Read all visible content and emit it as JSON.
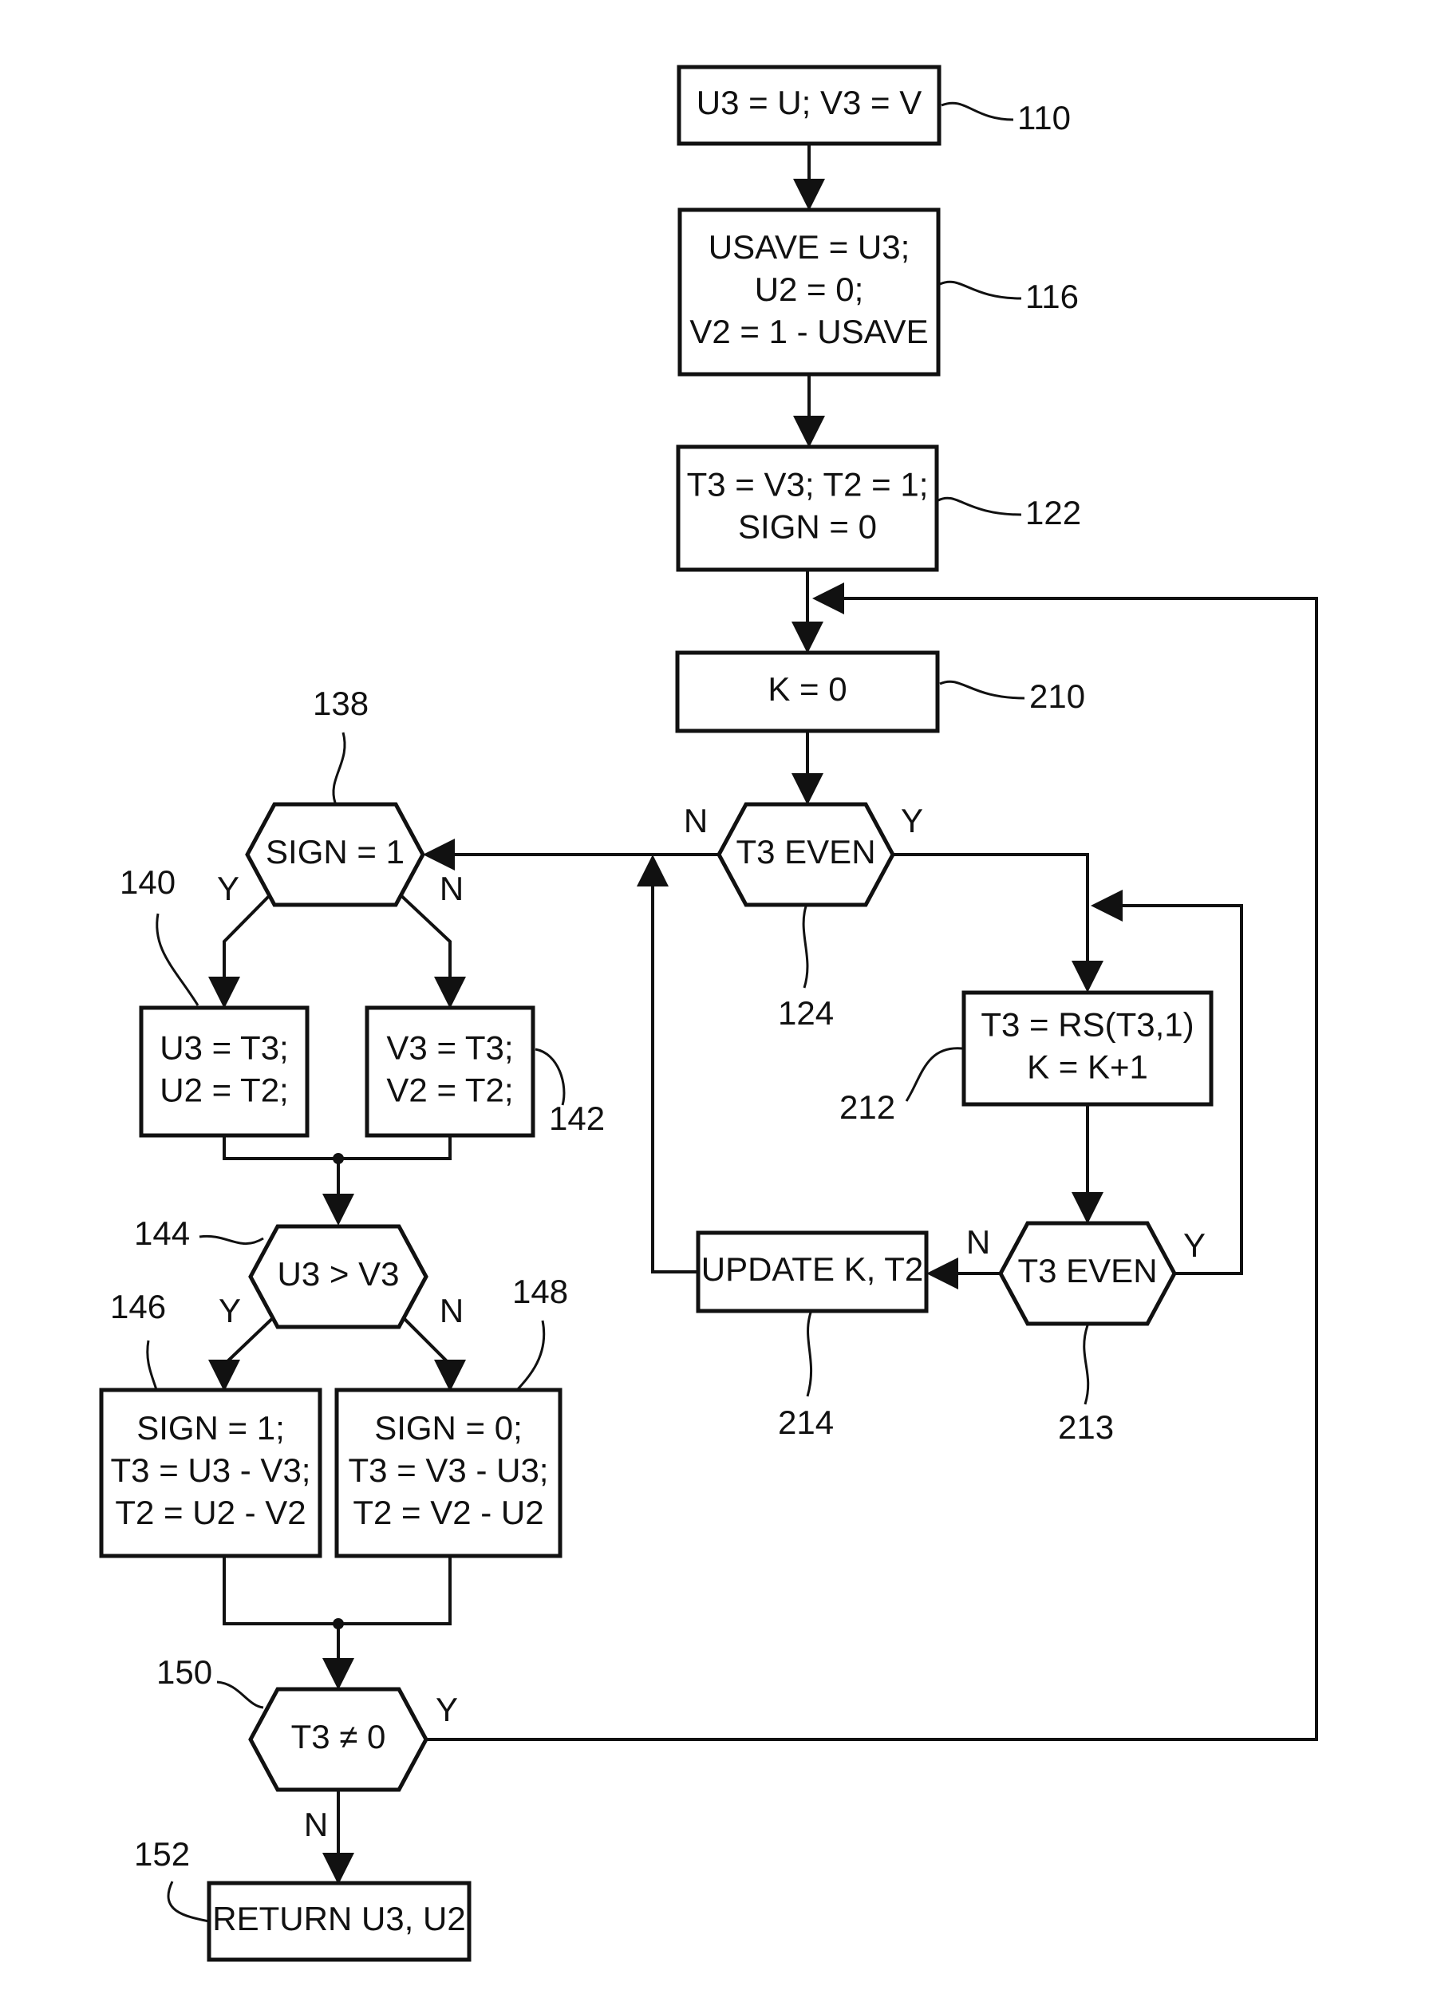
{
  "nodes": [
    {
      "id": "n110",
      "kind": "box",
      "lines": [
        "U3 = U; V3 = V"
      ]
    },
    {
      "id": "n116",
      "kind": "box",
      "lines": [
        "USAVE = U3;",
        "U2 = 0;",
        "V2 = 1 - USAVE"
      ]
    },
    {
      "id": "n122",
      "kind": "box",
      "lines": [
        "T3 = V3; T2 = 1;",
        "SIGN = 0"
      ]
    },
    {
      "id": "n210",
      "kind": "box",
      "lines": [
        "K = 0"
      ]
    },
    {
      "id": "n124",
      "kind": "decision",
      "lines": [
        "T3 EVEN"
      ]
    },
    {
      "id": "n212",
      "kind": "box",
      "lines": [
        "T3 = RS(T3,1)",
        "K = K+1"
      ]
    },
    {
      "id": "n213",
      "kind": "decision",
      "lines": [
        "T3 EVEN"
      ]
    },
    {
      "id": "n214",
      "kind": "box",
      "lines": [
        "UPDATE K, T2"
      ]
    },
    {
      "id": "n138",
      "kind": "decision",
      "lines": [
        "SIGN = 1"
      ]
    },
    {
      "id": "n140",
      "kind": "box",
      "lines": [
        "U3 = T3;",
        "U2 = T2;"
      ]
    },
    {
      "id": "n142",
      "kind": "box",
      "lines": [
        "V3 = T3;",
        "V2 = T2;"
      ]
    },
    {
      "id": "n144",
      "kind": "decision",
      "lines": [
        "U3 > V3"
      ]
    },
    {
      "id": "n146",
      "kind": "box",
      "lines": [
        "SIGN = 1;",
        "T3 = U3 - V3;",
        "T2 = U2 - V2"
      ]
    },
    {
      "id": "n148",
      "kind": "box",
      "lines": [
        "SIGN = 0;",
        "T3 = V3 - U3;",
        "T2 = V2 - U2"
      ]
    },
    {
      "id": "n150",
      "kind": "decision",
      "lines": [
        "T3 ≠ 0"
      ]
    },
    {
      "id": "n152",
      "kind": "box",
      "lines": [
        "RETURN U3, U2"
      ]
    }
  ],
  "reference_numerals": [
    {
      "id": "r110",
      "text": "110"
    },
    {
      "id": "r116",
      "text": "116"
    },
    {
      "id": "r122",
      "text": "122"
    },
    {
      "id": "r210",
      "text": "210"
    },
    {
      "id": "r124",
      "text": "124"
    },
    {
      "id": "r212",
      "text": "212"
    },
    {
      "id": "r213",
      "text": "213"
    },
    {
      "id": "r214",
      "text": "214"
    },
    {
      "id": "r138",
      "text": "138"
    },
    {
      "id": "r140",
      "text": "140"
    },
    {
      "id": "r142",
      "text": "142"
    },
    {
      "id": "r144",
      "text": "144"
    },
    {
      "id": "r146",
      "text": "146"
    },
    {
      "id": "r148",
      "text": "148"
    },
    {
      "id": "r150",
      "text": "150"
    },
    {
      "id": "r152",
      "text": "152"
    }
  ],
  "branch_labels": [
    {
      "id": "b124n",
      "text": "N"
    },
    {
      "id": "b124y",
      "text": "Y"
    },
    {
      "id": "b138y",
      "text": "Y"
    },
    {
      "id": "b138n",
      "text": "N"
    },
    {
      "id": "b213n",
      "text": "N"
    },
    {
      "id": "b213y",
      "text": "Y"
    },
    {
      "id": "b144y",
      "text": "Y"
    },
    {
      "id": "b144n",
      "text": "N"
    },
    {
      "id": "b150y",
      "text": "Y"
    },
    {
      "id": "b150n",
      "text": "N"
    }
  ],
  "edges": [
    {
      "from": "n110",
      "to": "n116"
    },
    {
      "from": "n116",
      "to": "n122"
    },
    {
      "from": "n122",
      "to": "n210"
    },
    {
      "from": "n210",
      "to": "n124"
    },
    {
      "from": "n124",
      "to": "n212",
      "label": "Y"
    },
    {
      "from": "n124",
      "to": "n138",
      "label": "N"
    },
    {
      "from": "n212",
      "to": "n213"
    },
    {
      "from": "n213",
      "to": "n212",
      "label": "Y"
    },
    {
      "from": "n213",
      "to": "n214",
      "label": "N"
    },
    {
      "from": "n214",
      "to": "n138"
    },
    {
      "from": "n138",
      "to": "n140",
      "label": "Y"
    },
    {
      "from": "n138",
      "to": "n142",
      "label": "N"
    },
    {
      "from": "n140",
      "to": "n144"
    },
    {
      "from": "n142",
      "to": "n144"
    },
    {
      "from": "n144",
      "to": "n146",
      "label": "Y"
    },
    {
      "from": "n144",
      "to": "n148",
      "label": "N"
    },
    {
      "from": "n146",
      "to": "n150"
    },
    {
      "from": "n148",
      "to": "n150"
    },
    {
      "from": "n150",
      "to": "n210",
      "label": "Y"
    },
    {
      "from": "n150",
      "to": "n152",
      "label": "N"
    }
  ]
}
